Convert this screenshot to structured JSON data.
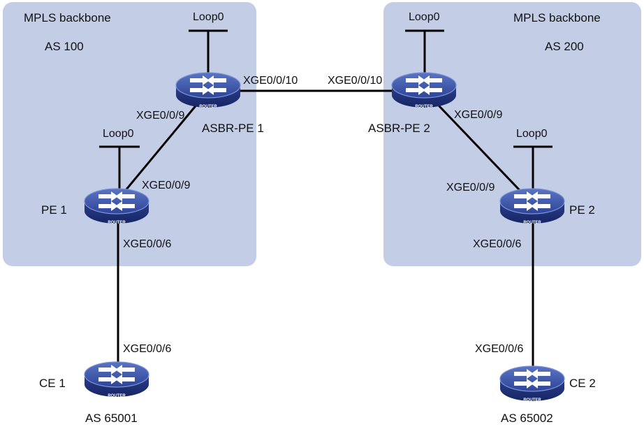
{
  "colors": {
    "region_fill": "#c3cde6",
    "router_top": "#3a52a8",
    "router_body": "#223480",
    "router_rim": "#5e7ac4",
    "link": "#000000"
  },
  "regions": [
    {
      "title": "MPLS backbone",
      "as_label": "AS 100"
    },
    {
      "title": "MPLS backbone",
      "as_label": "AS 200"
    }
  ],
  "routers": {
    "asbr_pe1": {
      "name": "ASBR-PE 1",
      "badge": "ROUTER",
      "loopback": "Loop0",
      "icon": "router-icon"
    },
    "asbr_pe2": {
      "name": "ASBR-PE 2",
      "badge": "ROUTER",
      "loopback": "Loop0",
      "icon": "router-icon"
    },
    "pe1": {
      "name": "PE 1",
      "badge": "ROUTER",
      "loopback": "Loop0",
      "icon": "router-icon"
    },
    "pe2": {
      "name": "PE 2",
      "badge": "ROUTER",
      "loopback": "Loop0",
      "icon": "router-icon"
    },
    "ce1": {
      "name": "CE 1",
      "badge": "ROUTER",
      "as_label": "AS 65001",
      "icon": "router-icon"
    },
    "ce2": {
      "name": "CE 2",
      "badge": "ROUTER",
      "as_label": "AS 65002",
      "icon": "router-icon"
    }
  },
  "interfaces": {
    "asbr1_to_asbr2": "XGE0/0/10",
    "asbr2_to_asbr1": "XGE0/0/10",
    "asbr1_to_pe1": "XGE0/0/9",
    "pe1_to_asbr1": "XGE0/0/9",
    "asbr2_to_pe2": "XGE0/0/9",
    "pe2_to_asbr2": "XGE0/0/9",
    "pe1_to_ce1": "XGE0/0/6",
    "ce1_to_pe1": "XGE0/0/6",
    "pe2_to_ce2": "XGE0/0/6",
    "ce2_to_pe2": "XGE0/0/6"
  }
}
